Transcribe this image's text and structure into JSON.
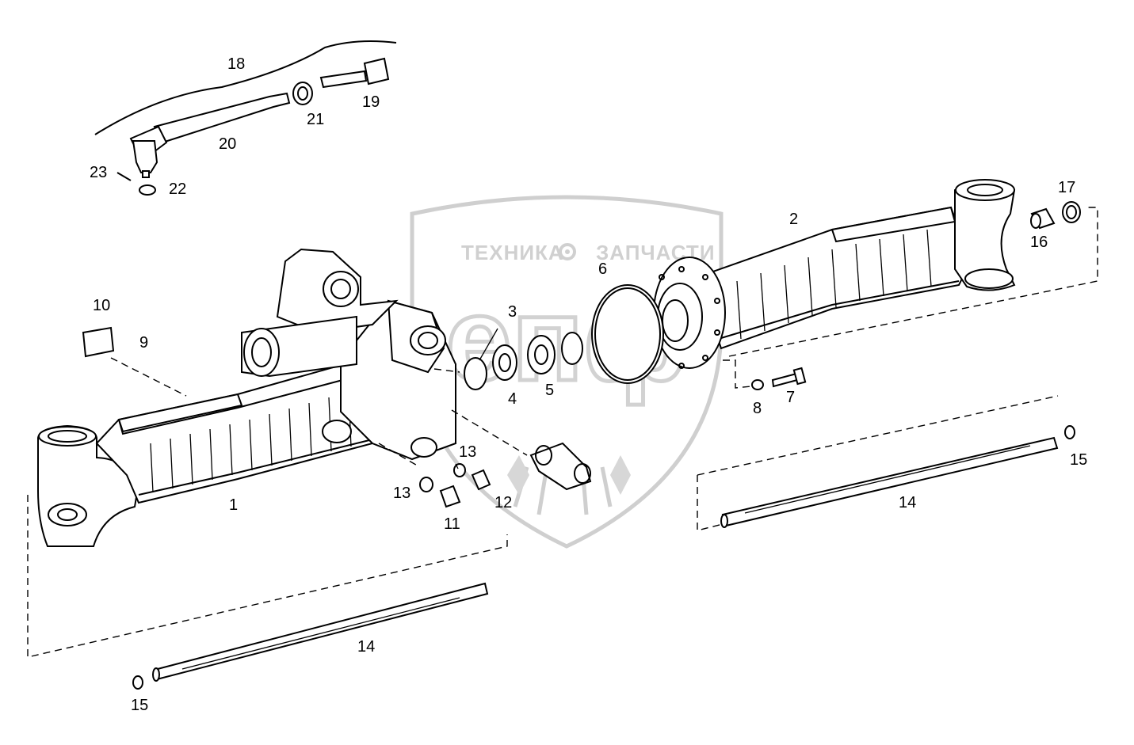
{
  "watermark": {
    "left_text": "ТЕХНИКА",
    "right_text": "ЗАПЧАСТИ",
    "emblem_text": "епф",
    "color": "#d0d0d0"
  },
  "callouts": [
    {
      "id": "c1",
      "label": "1"
    },
    {
      "id": "c2",
      "label": "2"
    },
    {
      "id": "c3",
      "label": "3"
    },
    {
      "id": "c4",
      "label": "4"
    },
    {
      "id": "c5",
      "label": "5"
    },
    {
      "id": "c6",
      "label": "6"
    },
    {
      "id": "c7",
      "label": "7"
    },
    {
      "id": "c8",
      "label": "8"
    },
    {
      "id": "c9",
      "label": "9"
    },
    {
      "id": "c10",
      "label": "10"
    },
    {
      "id": "c11",
      "label": "11"
    },
    {
      "id": "c12",
      "label": "12"
    },
    {
      "id": "c13a",
      "label": "13"
    },
    {
      "id": "c13b",
      "label": "13"
    },
    {
      "id": "c14a",
      "label": "14"
    },
    {
      "id": "c14b",
      "label": "14"
    },
    {
      "id": "c15a",
      "label": "15"
    },
    {
      "id": "c15b",
      "label": "15"
    },
    {
      "id": "c16",
      "label": "16"
    },
    {
      "id": "c17",
      "label": "17"
    },
    {
      "id": "c18",
      "label": "18"
    },
    {
      "id": "c19",
      "label": "19"
    },
    {
      "id": "c20",
      "label": "20"
    },
    {
      "id": "c21",
      "label": "21"
    },
    {
      "id": "c22",
      "label": "22"
    },
    {
      "id": "c23",
      "label": "23"
    }
  ]
}
